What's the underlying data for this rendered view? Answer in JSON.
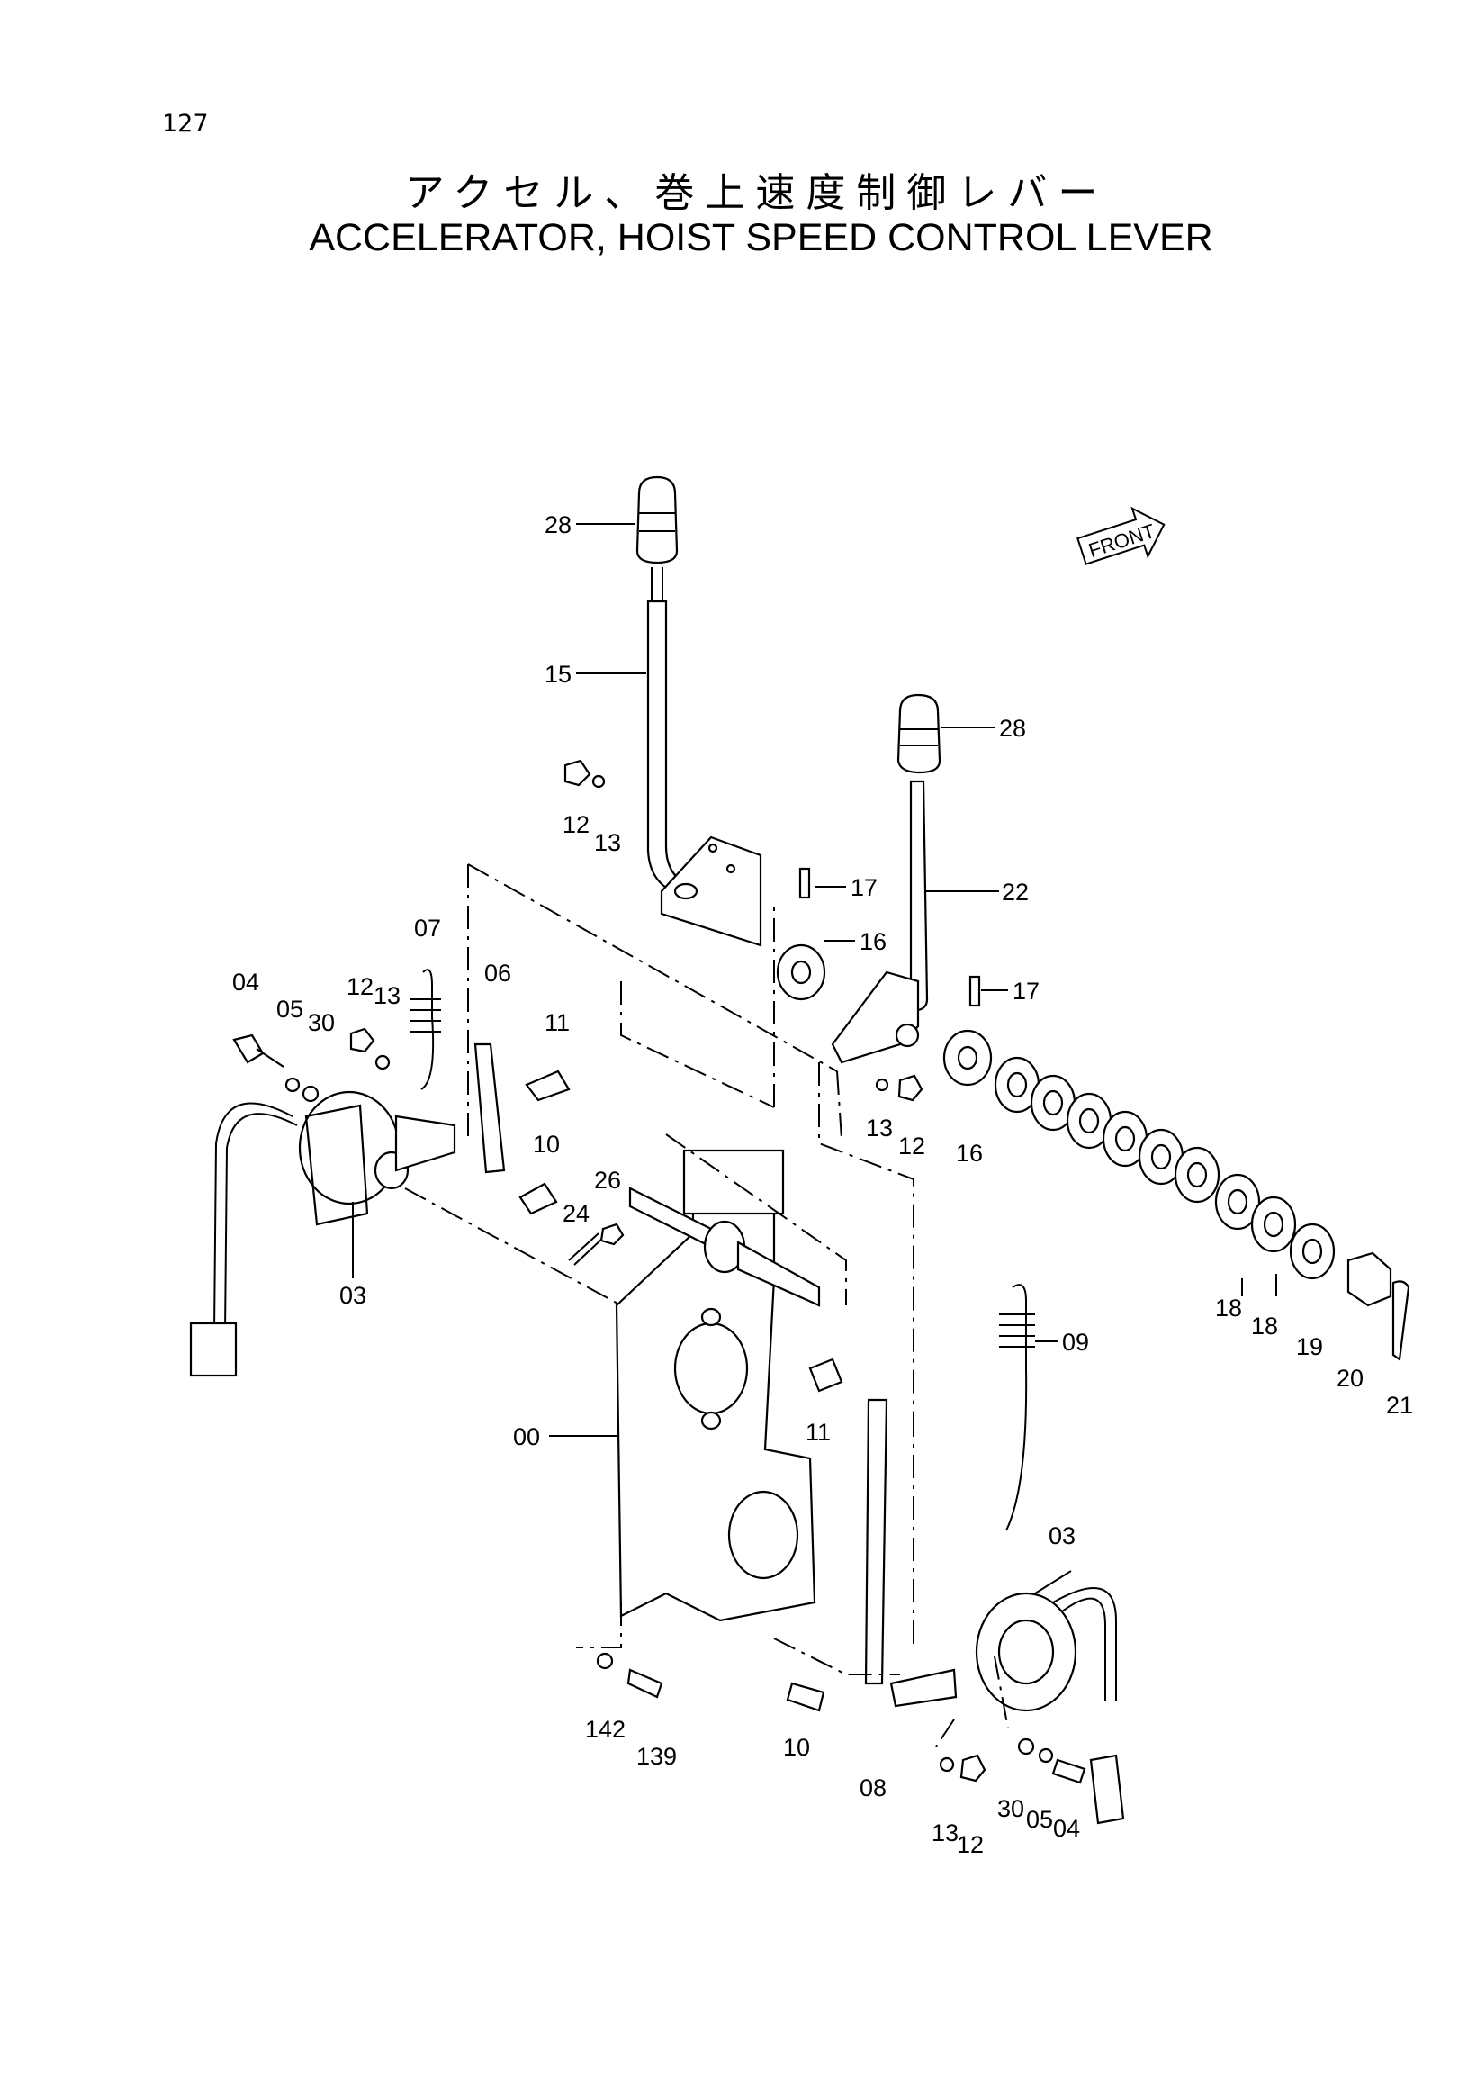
{
  "page_number": "127",
  "title_jp": "アクセル、巻上速度制御レバー",
  "title_en": "ACCELERATOR, HOIST SPEED CONTROL LEVER",
  "front_label": "FRONT",
  "parts": {
    "p28a": "28",
    "p15": "15",
    "p28b": "28",
    "p12a": "12",
    "p13a": "13",
    "p17a": "17",
    "p22": "22",
    "p16a": "16",
    "p17b": "17",
    "p07": "07",
    "p04a": "04",
    "p05a": "05",
    "p30a": "30",
    "p12b": "12",
    "p13b": "13",
    "p06": "06",
    "p11a": "11",
    "p10a": "10",
    "p26": "26",
    "p24": "24",
    "p03a": "03",
    "p13c": "13",
    "p12c": "12",
    "p16b": "16",
    "p18a": "18",
    "p18b": "18",
    "p19": "19",
    "p20": "20",
    "p21": "21",
    "p09": "09",
    "p11b": "11",
    "p00": "00",
    "p03b": "03",
    "p142": "142",
    "p139": "139",
    "p10b": "10",
    "p08": "08",
    "p30b": "30",
    "p05b": "05",
    "p04b": "04",
    "p13d": "13",
    "p12d": "12"
  }
}
